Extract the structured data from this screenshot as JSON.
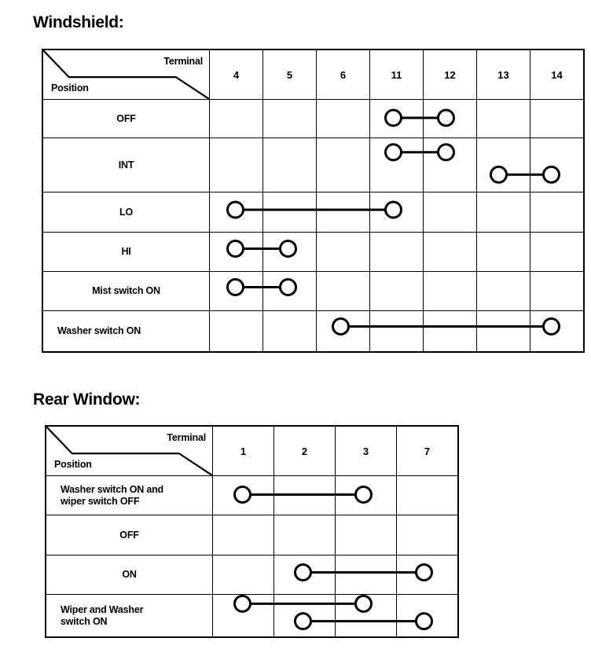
{
  "sections": [
    {
      "title": "Windshield:",
      "corner": {
        "terminal_label": "Terminal",
        "position_label": "Position"
      },
      "terminals": [
        "4",
        "5",
        "6",
        "11",
        "12",
        "13",
        "14"
      ],
      "rows": [
        {
          "label": "OFF",
          "align": "center",
          "connections": [
            [
              "11",
              "12"
            ]
          ]
        },
        {
          "label": "INT",
          "align": "center",
          "connections": [
            [
              "11",
              "12"
            ],
            [
              "13",
              "14"
            ]
          ]
        },
        {
          "label": "LO",
          "align": "center",
          "connections": [
            [
              "4",
              "11"
            ]
          ]
        },
        {
          "label": "HI",
          "align": "center",
          "connections": [
            [
              "4",
              "5"
            ]
          ]
        },
        {
          "label": "Mist switch ON",
          "align": "center",
          "connections": [
            [
              "4",
              "5"
            ]
          ]
        },
        {
          "label": "Washer switch ON",
          "align": "left",
          "connections": [
            [
              "6",
              "14"
            ]
          ]
        }
      ]
    },
    {
      "title": "Rear Window:",
      "corner": {
        "terminal_label": "Terminal",
        "position_label": "Position"
      },
      "terminals": [
        "1",
        "2",
        "3",
        "7"
      ],
      "rows": [
        {
          "label": "Washer switch ON and\nwiper switch OFF",
          "align": "left",
          "connections": [
            [
              "1",
              "3"
            ]
          ]
        },
        {
          "label": "OFF",
          "align": "center",
          "connections": []
        },
        {
          "label": "ON",
          "align": "center",
          "connections": [
            [
              "2",
              "7"
            ]
          ]
        },
        {
          "label": "Wiper and Washer\nswitch ON",
          "align": "left",
          "connections": [
            [
              "1",
              "3"
            ],
            [
              "2",
              "7"
            ]
          ]
        }
      ]
    }
  ],
  "style": {
    "line_color": "#000000",
    "background": "#ffffff"
  }
}
